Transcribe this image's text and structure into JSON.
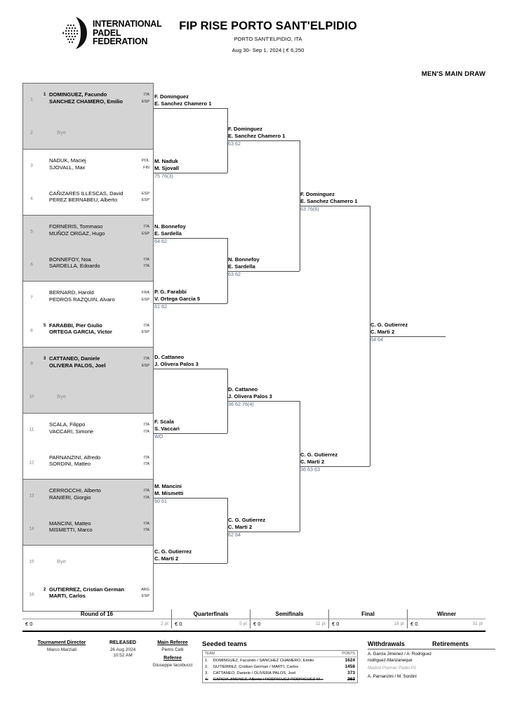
{
  "header": {
    "logo": {
      "line1": "INTERNATIONAL",
      "line2": "PADEL",
      "line3": "FEDERATION",
      "icon": "ipf-padel-logo"
    },
    "title": "FIP RISE PORTO SANT'ELPIDIO",
    "city": "PORTO SANT'ELPIDIO, ITA",
    "dates": "Aug 30- Sep 1, 2024  |  € 6,250",
    "draw_label": "MEN'S MAIN DRAW"
  },
  "round1": [
    {
      "num": "1",
      "seed": "1",
      "bold": true,
      "bye": false,
      "p1": "DOMINGUEZ, Facundo",
      "p2": "SANCHEZ CHAMERO, Emilio",
      "c1": "ITA",
      "c2": "ESP"
    },
    {
      "num": "2",
      "seed": "",
      "bold": false,
      "bye": true,
      "p1": "Bye",
      "p2": "",
      "c1": "",
      "c2": ""
    },
    {
      "num": "3",
      "seed": "",
      "bold": false,
      "bye": false,
      "p1": "NADUK, Maciej",
      "p2": "SJOVALL, Max",
      "c1": "POL",
      "c2": "FIN"
    },
    {
      "num": "4",
      "seed": "",
      "bold": false,
      "bye": false,
      "p1": "CAÑIZARES ILLESCAS, David",
      "p2": "PEREZ BERNABEU, Alberto",
      "c1": "ESP",
      "c2": "ESP"
    },
    {
      "num": "5",
      "seed": "",
      "bold": false,
      "bye": false,
      "p1": "FORNERIS, Tommaso",
      "p2": "MUÑOZ ORGAZ, Hugo",
      "c1": "ITA",
      "c2": "ESP"
    },
    {
      "num": "6",
      "seed": "",
      "bold": false,
      "bye": false,
      "p1": "BONNEFOY, Noa",
      "p2": "SARDELLA, Edoardo",
      "c1": "ITA",
      "c2": "ITA"
    },
    {
      "num": "7",
      "seed": "",
      "bold": false,
      "bye": false,
      "p1": "BERNARD, Harold",
      "p2": "PEDROS RAZQUIN, Alvaro",
      "c1": "FRA",
      "c2": "ESP"
    },
    {
      "num": "8",
      "seed": "5",
      "bold": true,
      "bye": false,
      "p1": "FARABBI, Pier Giulio",
      "p2": "ORTEGA GARCIA, Victor",
      "c1": "ITA",
      "c2": "ESP"
    },
    {
      "num": "9",
      "seed": "3",
      "bold": true,
      "bye": false,
      "p1": "CATTANEO, Daniele",
      "p2": "OLIVERA PALOS, Joel",
      "c1": "ITA",
      "c2": "ESP"
    },
    {
      "num": "10",
      "seed": "",
      "bold": false,
      "bye": true,
      "p1": "Bye",
      "p2": "",
      "c1": "",
      "c2": ""
    },
    {
      "num": "11",
      "seed": "",
      "bold": false,
      "bye": false,
      "p1": "SCALA, Filippo",
      "p2": "VACCARI, Simone",
      "c1": "ITA",
      "c2": "ITA"
    },
    {
      "num": "12",
      "seed": "",
      "bold": false,
      "bye": false,
      "p1": "PARNANZINI, Alfredo",
      "p2": "SORDINI, Matteo",
      "c1": "ITA",
      "c2": "ITA"
    },
    {
      "num": "13",
      "seed": "",
      "bold": false,
      "bye": false,
      "p1": "CERROCCHI, Alberto",
      "p2": "RANIERI, Giorgio",
      "c1": "ITA",
      "c2": "ITA"
    },
    {
      "num": "14",
      "seed": "",
      "bold": false,
      "bye": false,
      "p1": "MANCINI, Matteo",
      "p2": "MISMETTI, Marco",
      "c1": "ITA",
      "c2": "ITA"
    },
    {
      "num": "15",
      "seed": "",
      "bold": false,
      "bye": true,
      "p1": "Bye",
      "p2": "",
      "c1": "",
      "c2": ""
    },
    {
      "num": "16",
      "seed": "2",
      "bold": true,
      "bye": false,
      "p1": "GUTIERREZ, Cristian German",
      "p2": "MARTI, Carlos",
      "c1": "ARG",
      "c2": "ESP"
    }
  ],
  "r16": [
    {
      "p1": "F. Dominguez",
      "p2": "E. Sanchez Chamero",
      "seed": "1",
      "score": ""
    },
    {
      "p1": "M. Naduk",
      "p2": "M. Sjovall",
      "seed": "",
      "score": "75 76(3)"
    },
    {
      "p1": "N. Bonnefoy",
      "p2": "E. Sardella",
      "seed": "",
      "score": "64 62"
    },
    {
      "p1": "P. G. Farabbi",
      "p2": "V. Ortega Garcia",
      "seed": "5",
      "score": "61 62"
    },
    {
      "p1": "D. Cattaneo",
      "p2": "J. Olivera Palos",
      "seed": "3",
      "score": ""
    },
    {
      "p1": "F. Scala",
      "p2": "S. Vaccari",
      "seed": "",
      "score": "WO"
    },
    {
      "p1": "M. Mancini",
      "p2": "M. Mismetti",
      "seed": "",
      "score": "60 61"
    },
    {
      "p1": "C. G. Gutierrez",
      "p2": "C. Marti",
      "seed": "2",
      "score": ""
    }
  ],
  "quarterfinals": [
    {
      "p1": "F. Dominguez",
      "p2": "E. Sanchez Chamero",
      "seed": "1",
      "score": "63 62"
    },
    {
      "p1": "N. Bonnefoy",
      "p2": "E. Sardella",
      "seed": "",
      "score": "63 62"
    },
    {
      "p1": "D. Cattaneo",
      "p2": "J. Olivera Palos",
      "seed": "3",
      "score": "36 62 76(4)"
    },
    {
      "p1": "C. G. Gutierrez",
      "p2": "C. Marti",
      "seed": "2",
      "score": "62 64"
    }
  ],
  "semifinals": [
    {
      "p1": "F. Dominguez",
      "p2": "E. Sanchez Chamero",
      "seed": "1",
      "score": "63 76(6)"
    },
    {
      "p1": "C. G. Gutierrez",
      "p2": "C. Marti",
      "seed": "2",
      "score": "36 63 63"
    }
  ],
  "final": [
    {
      "p1": "C. G. Gutierrez",
      "p2": "C. Marti",
      "seed": "2",
      "score": "64 64"
    }
  ],
  "prize_table": {
    "columns": [
      {
        "label": "Round of 16",
        "money": "€ 0",
        "points": "2 pt"
      },
      {
        "label": "Quarterfinals",
        "money": "€ 0",
        "points": "5 pt"
      },
      {
        "label": "Semifinals",
        "money": "€ 0",
        "points": "11 pt"
      },
      {
        "label": "Final",
        "money": "€ 0",
        "points": "18 pt"
      },
      {
        "label": "Winner",
        "money": "€ 0",
        "points": "31 pt"
      }
    ]
  },
  "footer": {
    "tournament_director": {
      "heading": "Tournament Director",
      "name": "Marco Marziali"
    },
    "released": {
      "heading": "RELEASED",
      "date": "26 Aug 2024",
      "time": "10:52 AM"
    },
    "main_referee": {
      "heading": "Main Referee",
      "name": "Pietro Celli"
    },
    "referee": {
      "heading": "Referee",
      "name": "Giuseppe Iacobucci"
    },
    "seeded": {
      "title": "Seeded teams",
      "col_team": "TEAM",
      "col_points": "POINTS",
      "rows": [
        {
          "rank": "1.",
          "team": "DOMINGUEZ, Facundo / SANCHEZ CHAMERO, Emilio",
          "points": "1624",
          "struck": false
        },
        {
          "rank": "2.",
          "team": "GUTIERREZ, Cristian German / MARTI, Carlos",
          "points": "1458",
          "struck": false
        },
        {
          "rank": "3.",
          "team": "CATTANEO, Daniele / OLIVERA PALOS, Joel",
          "points": "373",
          "struck": false
        },
        {
          "rank": "4.",
          "team": "GARCIA JIMENEZ, Alberto / RODRIGUEZ RODRIGUEZ-M...",
          "points": "263",
          "struck": true
        }
      ]
    },
    "withdrawals": {
      "title": "Withdrawals",
      "items": [
        {
          "text": "A. Garcia Jimenez / A. Rodriguez rodriguez-Manzaneque",
          "note": false
        },
        {
          "text": "Madrid Premier Padel P1",
          "note": true
        },
        {
          "text": "A. Parnanzini / M. Sordini",
          "note": false
        }
      ]
    },
    "retirements": {
      "title": "Retirements",
      "items": []
    }
  }
}
